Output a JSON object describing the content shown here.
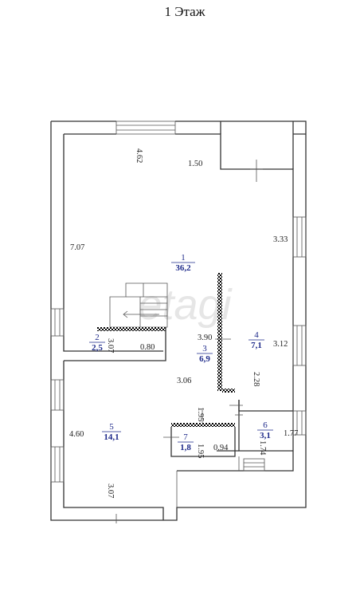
{
  "title": "1 Этаж",
  "watermark": "etagi",
  "rooms": [
    {
      "number": "1",
      "area": "36,2"
    },
    {
      "number": "2",
      "area": "2,5"
    },
    {
      "number": "3",
      "area": "6,9"
    },
    {
      "number": "4",
      "area": "7,1"
    },
    {
      "number": "5",
      "area": "14,1"
    },
    {
      "number": "6",
      "area": "3,1"
    },
    {
      "number": "7",
      "area": "1,8"
    }
  ],
  "dimensions": [
    "4.62",
    "1.50",
    "7.07",
    "3.33",
    "3.90",
    "3.12",
    "3.07",
    "0.80",
    "3.06",
    "2.28",
    "1.95",
    "4.60",
    "1.77",
    "1.74",
    "1.95",
    "0.94",
    "3.07"
  ],
  "colors": {
    "walls": "#333333",
    "labels": "#1e2a8a",
    "hatch": "#000000"
  }
}
